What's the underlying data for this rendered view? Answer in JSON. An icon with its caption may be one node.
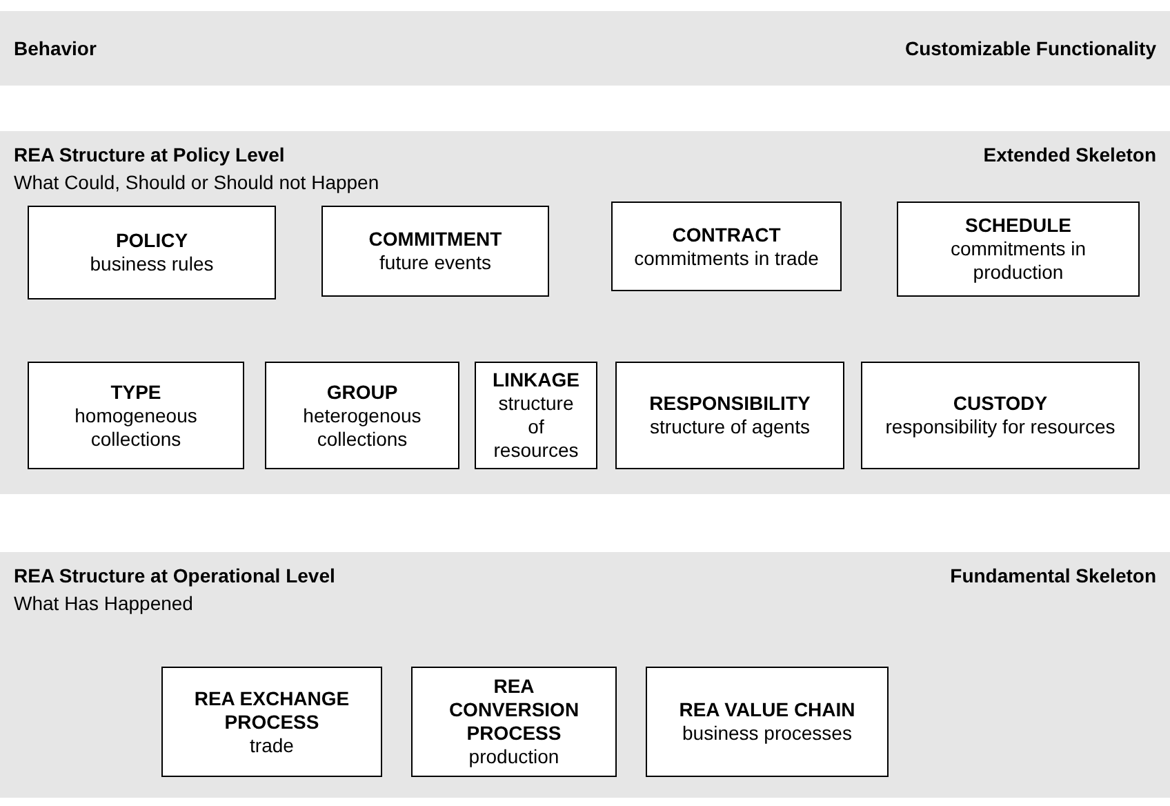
{
  "diagram": {
    "nodes": [
      {
        "text": [
          "Behavior",
          "Customizable Functionality"
        ]
      },
      {
        "text": [
          "REA Structure at Policy Level",
          "Extended Skeleton",
          "What Could, Should or Should not Happen"
        ]
      },
      {
        "text": [
          "POLICY",
          "business rules"
        ],
        "in": 1
      },
      {
        "text": [
          "COMMITMENT",
          "future events"
        ],
        "in": 1
      },
      {
        "text": [
          "CONTRACT",
          "commitments in trade"
        ],
        "in": 1
      },
      {
        "text": [
          "SCHEDULE",
          "commitments in production"
        ],
        "in": 1
      },
      {
        "text": [
          "TYPE",
          "homogeneous collections"
        ],
        "in": 1
      },
      {
        "text": [
          "GROUP",
          "heterogenous collections"
        ],
        "in": 1
      },
      {
        "text": [
          "LINKAGE",
          "structure of resources"
        ],
        "in": 1
      },
      {
        "text": [
          "RESPONSIBILITY",
          "structure of agents"
        ],
        "in": 1
      },
      {
        "text": [
          "CUSTODY",
          "responsibility for resources"
        ],
        "in": 1
      },
      {
        "text": [
          "REA Structure at Operational Level",
          "Fundamental Skeleton",
          "What Has Happened"
        ]
      },
      {
        "text": [
          "REA EXCHANGE PROCESS",
          "trade"
        ],
        "in": 11
      },
      {
        "text": [
          "REA CONVERSION PROCESS",
          "production"
        ],
        "in": 11
      },
      {
        "text": [
          "REA VALUE CHAIN",
          "business processes"
        ],
        "in": 11
      }
    ]
  }
}
